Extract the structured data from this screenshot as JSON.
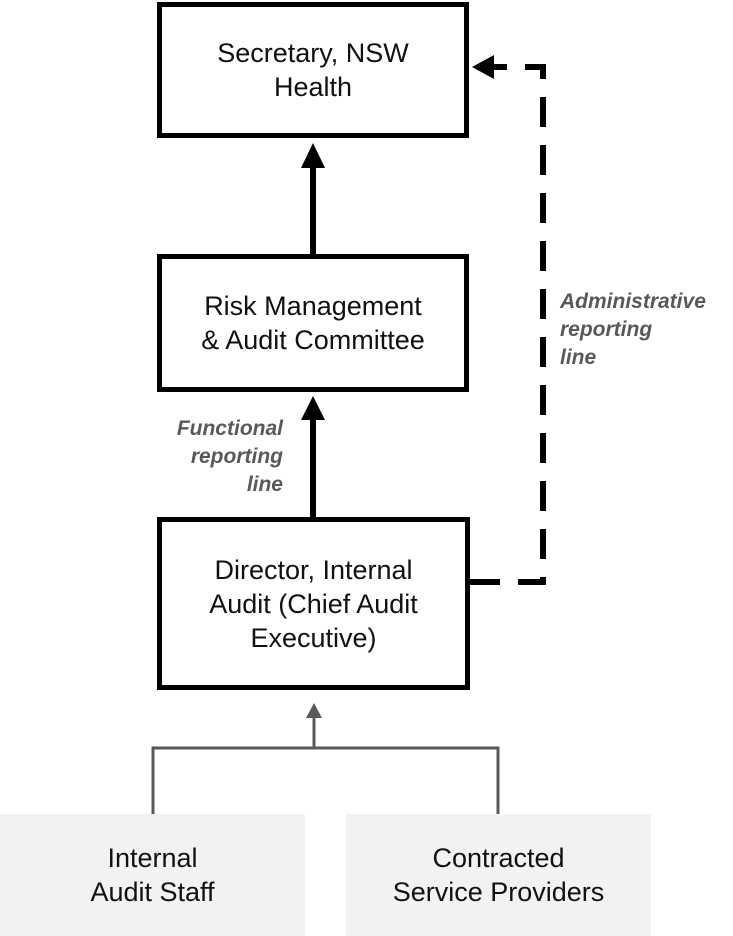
{
  "nodes": {
    "secretary": "Secretary, NSW\nHealth",
    "committee": "Risk Management\n& Audit Committee",
    "director": "Director, Internal\nAudit (Chief Audit\nExecutive)",
    "staff": "Internal\nAudit Staff",
    "providers": "Contracted\nService Providers"
  },
  "labels": {
    "functional": "Functional\nreporting\nline",
    "administrative": "Administrative\nreporting\nline"
  },
  "colors": {
    "box_border": "#000000",
    "gray_fill": "#f2f2f2",
    "label_text": "#595959",
    "connector_gray": "#595959"
  }
}
